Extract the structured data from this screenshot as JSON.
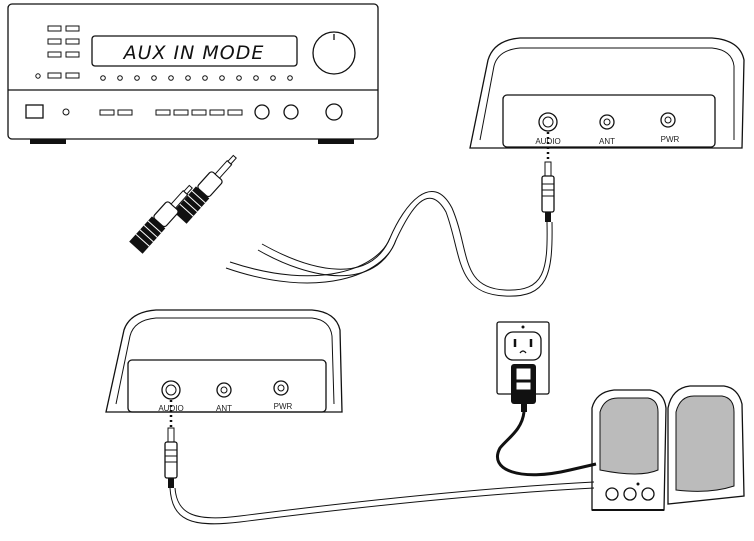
{
  "receiver": {
    "display_text": "AUX IN MODE"
  },
  "transmitter_top": {
    "ports": [
      "AUDIO",
      "ANT",
      "PWR"
    ]
  },
  "transmitter_bottom": {
    "ports": [
      "AUDIO",
      "ANT",
      "PWR"
    ]
  },
  "icons": {
    "outlet": "wall-outlet-icon",
    "speakers": "computer-speakers-icon",
    "rca_plugs": "rca-cable-plugs-icon",
    "jack": "3.5mm-plug-icon",
    "power_adapter": "power-adapter-icon"
  }
}
